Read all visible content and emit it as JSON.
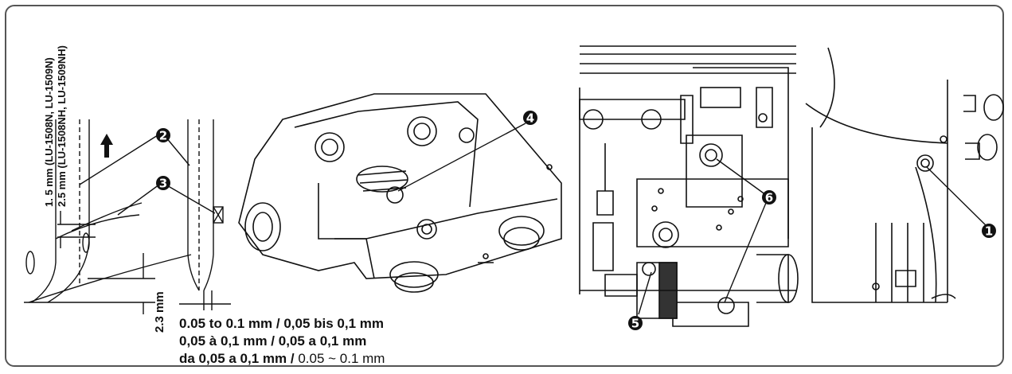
{
  "labels": {
    "clearance_15": "1. 5 mm (LU-1508N, LU-1509N)",
    "clearance_25": "2.5 mm (LU-1508NH, LU-1509NH)",
    "height_23": "2.3 mm",
    "gap_line1": "0.05 to 0.1 mm / 0,05 bis 0,1 mm",
    "gap_line2": "0,05 à 0,1 mm / 0,05 a 0,1 mm",
    "gap_line3_bold": "da 0,05 a 0,1 mm /",
    "gap_line3_thin": " 0.05 ~ 0.1 mm"
  },
  "callouts": {
    "c1": "1",
    "c2": "2",
    "c3": "3",
    "c4": "4",
    "c5": "5",
    "c6": "6"
  },
  "colors": {
    "ink": "#111111",
    "frame": "#555555"
  },
  "icons": {
    "up_arrow": "arrow-up-icon"
  }
}
